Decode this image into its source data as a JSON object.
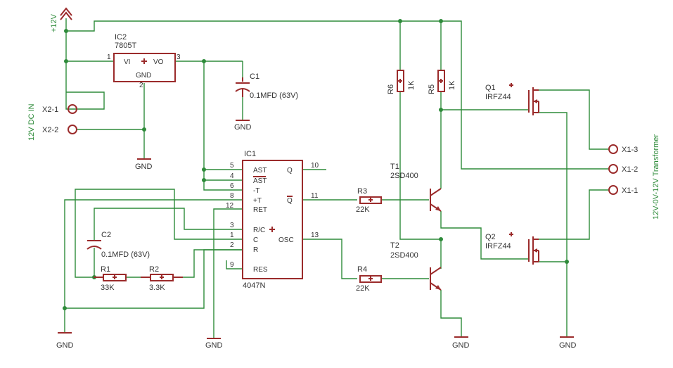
{
  "supply": {
    "label": "+12V"
  },
  "input_label": "12V DC IN",
  "output_label": "12V-0V-12V Transformer",
  "gnd": "GND",
  "ic2": {
    "name": "IC2",
    "type": "7805T",
    "vi": "VI",
    "vo": "VO",
    "gnd": "GND",
    "pin1": "1",
    "pin2": "2",
    "pin3": "3"
  },
  "c1": {
    "name": "C1",
    "value": "0.1MFD (63V)"
  },
  "c2": {
    "name": "C2",
    "value": "0.1MFD (63V)"
  },
  "ic1": {
    "name": "IC1",
    "type": "4047N",
    "ast": "AST",
    "astn": "AST",
    "mt": "-T",
    "pt": "+T",
    "ret": "RET",
    "rc": "R/C",
    "c": "C",
    "r": "R",
    "res": "RES",
    "q": "Q",
    "qn": "Q",
    "osc": "OSC",
    "p5": "5",
    "p4": "4",
    "p6": "6",
    "p8": "8",
    "p12": "12",
    "p3": "3",
    "p1": "1",
    "p2": "2",
    "p9": "9",
    "p10": "10",
    "p11": "11",
    "p13": "13"
  },
  "r1": {
    "name": "R1",
    "value": "33K"
  },
  "r2": {
    "name": "R2",
    "value": "3.3K"
  },
  "r3": {
    "name": "R3",
    "value": "22K"
  },
  "r4": {
    "name": "R4",
    "value": "22K"
  },
  "r5": {
    "name": "R5",
    "value": "1K"
  },
  "r6": {
    "name": "R6",
    "value": "1K"
  },
  "t1": {
    "name": "T1",
    "type": "2SD400"
  },
  "t2": {
    "name": "T2",
    "type": "2SD400"
  },
  "q1": {
    "name": "Q1",
    "type": "IRFZ44"
  },
  "q2": {
    "name": "Q2",
    "type": "IRFZ44"
  },
  "connectors": {
    "x2_1": "X2-1",
    "x2_2": "X2-2",
    "x1_1": "X1-1",
    "x1_2": "X1-2",
    "x1_3": "X1-3"
  },
  "colors": {
    "wire": "#2e8b3a",
    "part": "#9b2b2b",
    "text": "#333333"
  }
}
